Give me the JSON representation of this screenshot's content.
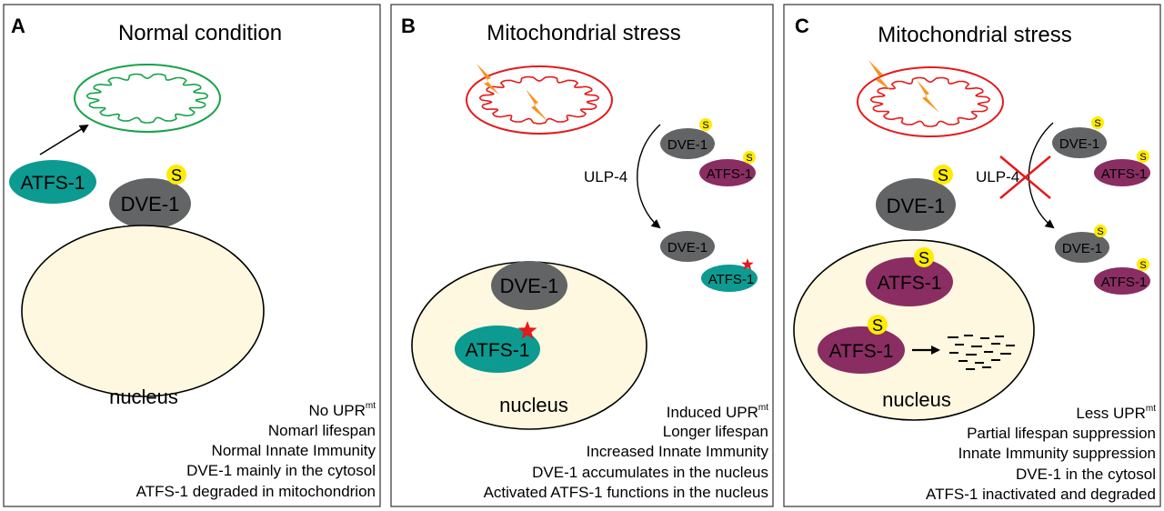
{
  "colors": {
    "panel_border": "#333333",
    "nucleus_fill": "#fdf8df",
    "mito_normal": "#16a34a",
    "mito_stress": "#e41a1c",
    "dve1_fill": "#636466",
    "atfs1_active": "#0c9a91",
    "atfs1_inactive": "#8a2d62",
    "sumo_fill": "#ffeb00",
    "bolt": "#f7931e",
    "star": "#e41a1c",
    "cross": "#e41a1c"
  },
  "panels": [
    {
      "letter": "A",
      "title": "Normal condition",
      "mito_label_none": "",
      "atfs1": "ATFS-1",
      "dve1": "DVE-1",
      "sumo": "S",
      "nucleus": "nucleus",
      "upr_prefix": "No UPR",
      "upr_sup": "mt",
      "outcomes": [
        "Nomarl lifespan",
        "Normal Innate Immunity",
        "DVE-1 mainly in the cytosol",
        "ATFS-1 degraded in mitochondrion"
      ]
    },
    {
      "letter": "B",
      "title": "Mitochondrial stress",
      "ulp4": "ULP-4",
      "dve1": "DVE-1",
      "atfs1": "ATFS-1",
      "sumo": "S",
      "nucleus": "nucleus",
      "upr_prefix": "Induced UPR",
      "upr_sup": "mt",
      "outcomes": [
        "Longer lifespan",
        "Increased Innate Immunity",
        "DVE-1 accumulates in the nucleus",
        "Activated ATFS-1 functions in the nucleus"
      ]
    },
    {
      "letter": "C",
      "title": "Mitochondrial stress",
      "ulp4": "ULP-4",
      "dve1": "DVE-1",
      "atfs1": "ATFS-1",
      "sumo": "S",
      "nucleus": "nucleus",
      "upr_prefix": "Less UPR",
      "upr_sup": "mt",
      "outcomes": [
        "Partial lifespan suppression",
        "Innate Immunity suppression",
        "DVE-1 in the cytosol",
        "ATFS-1 inactivated and degraded"
      ]
    }
  ]
}
